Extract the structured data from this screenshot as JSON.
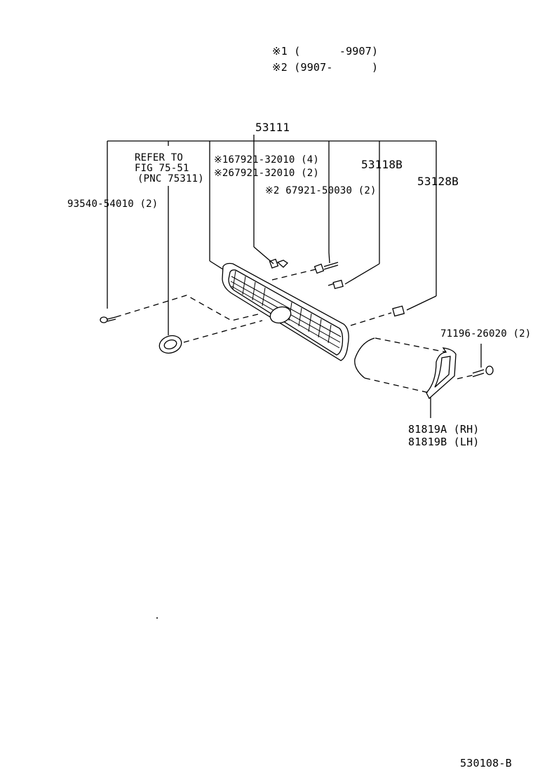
{
  "notes": {
    "note1": "※1 (      -9907)",
    "note2": "※2 (9907-      )"
  },
  "labels": {
    "assembly": "53111",
    "refer_line1": "REFER TO",
    "refer_line2": "FIG 75-51",
    "refer_line3": "(PNC 75311)",
    "clip1": "※167921-32010 (4)",
    "clip2": "※267921-32010 (2)",
    "clip3": "※2 67921-50030 (2)",
    "part_53118b": "53118B",
    "part_53128b": "53128B",
    "screw": "93540-54010 (2)",
    "nut": "71196-26020 (2)",
    "moulding_rh": "81819A (RH)",
    "moulding_lh": "81819B (LH)",
    "figure_id": "530108-B"
  },
  "colors": {
    "ink": "#000000",
    "paper": "#ffffff"
  }
}
